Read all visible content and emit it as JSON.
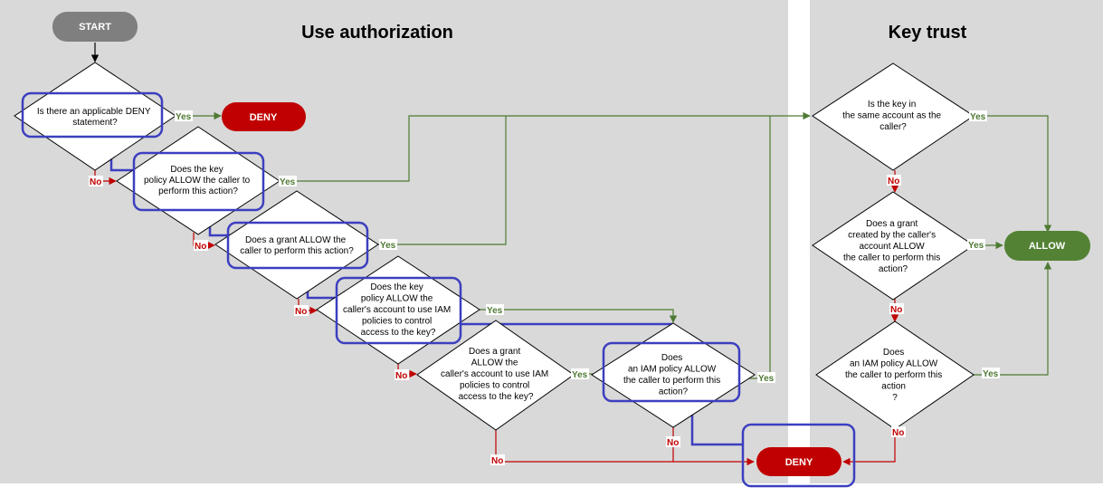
{
  "titles": {
    "left": "Use authorization",
    "right": "Key trust"
  },
  "terminals": {
    "start": "START",
    "deny_top": "DENY",
    "deny_bottom": "DENY",
    "allow": "ALLOW"
  },
  "decisions": {
    "d1": [
      "Is there an applicable DENY",
      "statement?"
    ],
    "d2": [
      "Does the key",
      "policy ALLOW the caller to",
      "perform this action?"
    ],
    "d3": [
      "Does a grant ALLOW the",
      "caller to perform this action?"
    ],
    "d4": [
      "Does the key",
      "policy ALLOW the",
      "caller's account to use IAM",
      "policies to control",
      "access to the key?"
    ],
    "d5": [
      "Does a grant",
      "ALLOW the",
      "caller's account to use IAM",
      "policies to control",
      "access to the key?"
    ],
    "d6": [
      "Does",
      "an IAM policy ALLOW",
      "the caller to perform this",
      "action?"
    ],
    "r1": [
      "Is the key in",
      "the same account as the",
      "caller?"
    ],
    "r2": [
      "Does a grant",
      "created by the caller's",
      "account ALLOW",
      "the caller to perform this",
      "action?"
    ],
    "r3": [
      "Does",
      "an IAM policy ALLOW",
      "the caller to perform this",
      "action",
      "?"
    ]
  },
  "edge_labels": {
    "yes": "Yes",
    "no": "No"
  },
  "colors": {
    "panel_bg": "#d9d9d9",
    "yes_line": "#4f7a33",
    "no_line": "#c00000",
    "highlight": "#3c3fbf",
    "start_fill": "#7f7f7f",
    "deny_fill": "#c00000",
    "allow_fill": "#548235"
  }
}
